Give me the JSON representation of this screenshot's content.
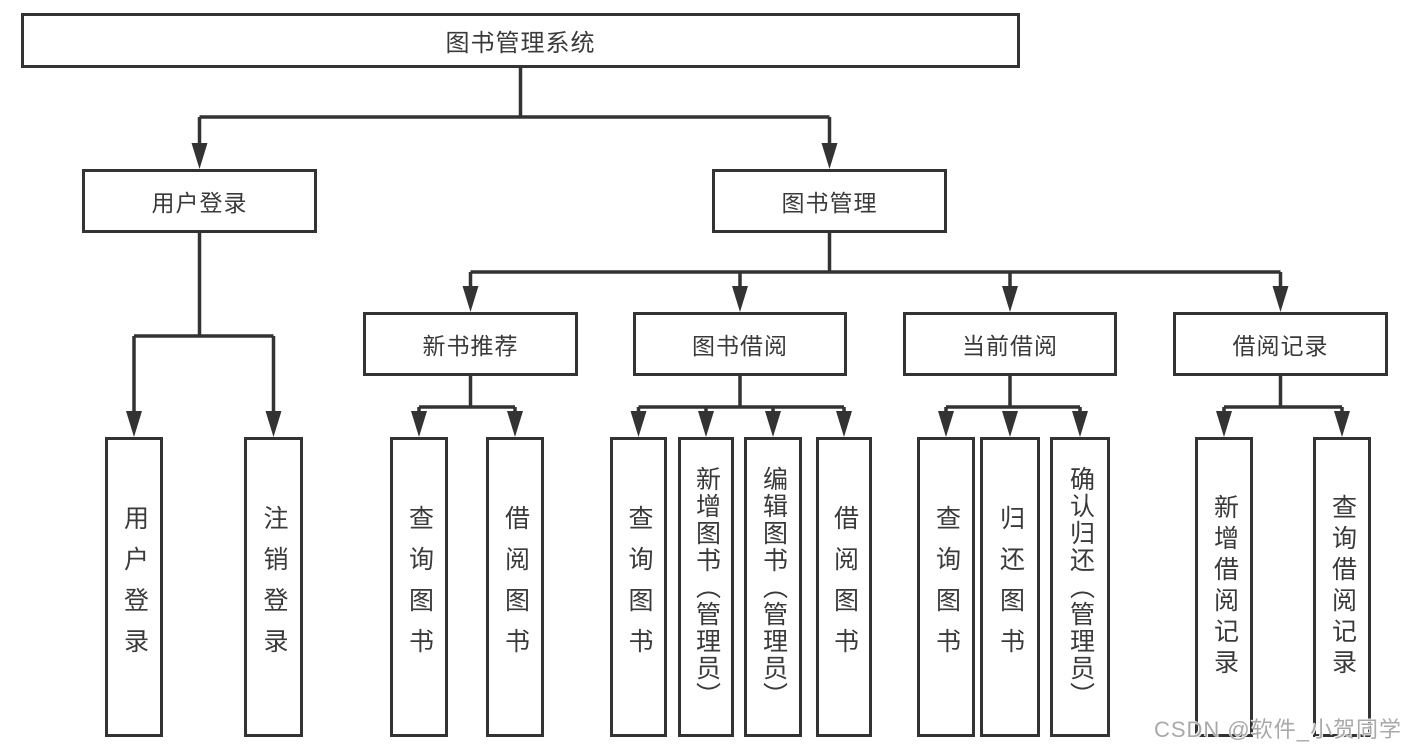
{
  "diagram": {
    "title": "图书管理系统",
    "line_color": "#333333",
    "text_color": "#3a3a3a",
    "root": {
      "label": "图书管理系统"
    },
    "level2": [
      {
        "label": "用户登录"
      },
      {
        "label": "图书管理"
      }
    ],
    "level3": [
      {
        "label": "新书推荐"
      },
      {
        "label": "图书借阅"
      },
      {
        "label": "当前借阅"
      },
      {
        "label": "借阅记录"
      }
    ],
    "leaves": [
      {
        "label": "用户登录"
      },
      {
        "label": "注销登录"
      },
      {
        "label": "查询图书"
      },
      {
        "label": "借阅图书"
      },
      {
        "label": "查询图书"
      },
      {
        "label": "新增图书（管理员）"
      },
      {
        "label": "编辑图书（管理员）"
      },
      {
        "label": "借阅图书"
      },
      {
        "label": "查询图书"
      },
      {
        "label": "归还图书"
      },
      {
        "label": "确认归还（管理员）"
      },
      {
        "label": "新增借阅记录"
      },
      {
        "label": "查询借阅记录"
      }
    ]
  },
  "watermark": {
    "text": "CSDN @软件_小贺同学"
  }
}
